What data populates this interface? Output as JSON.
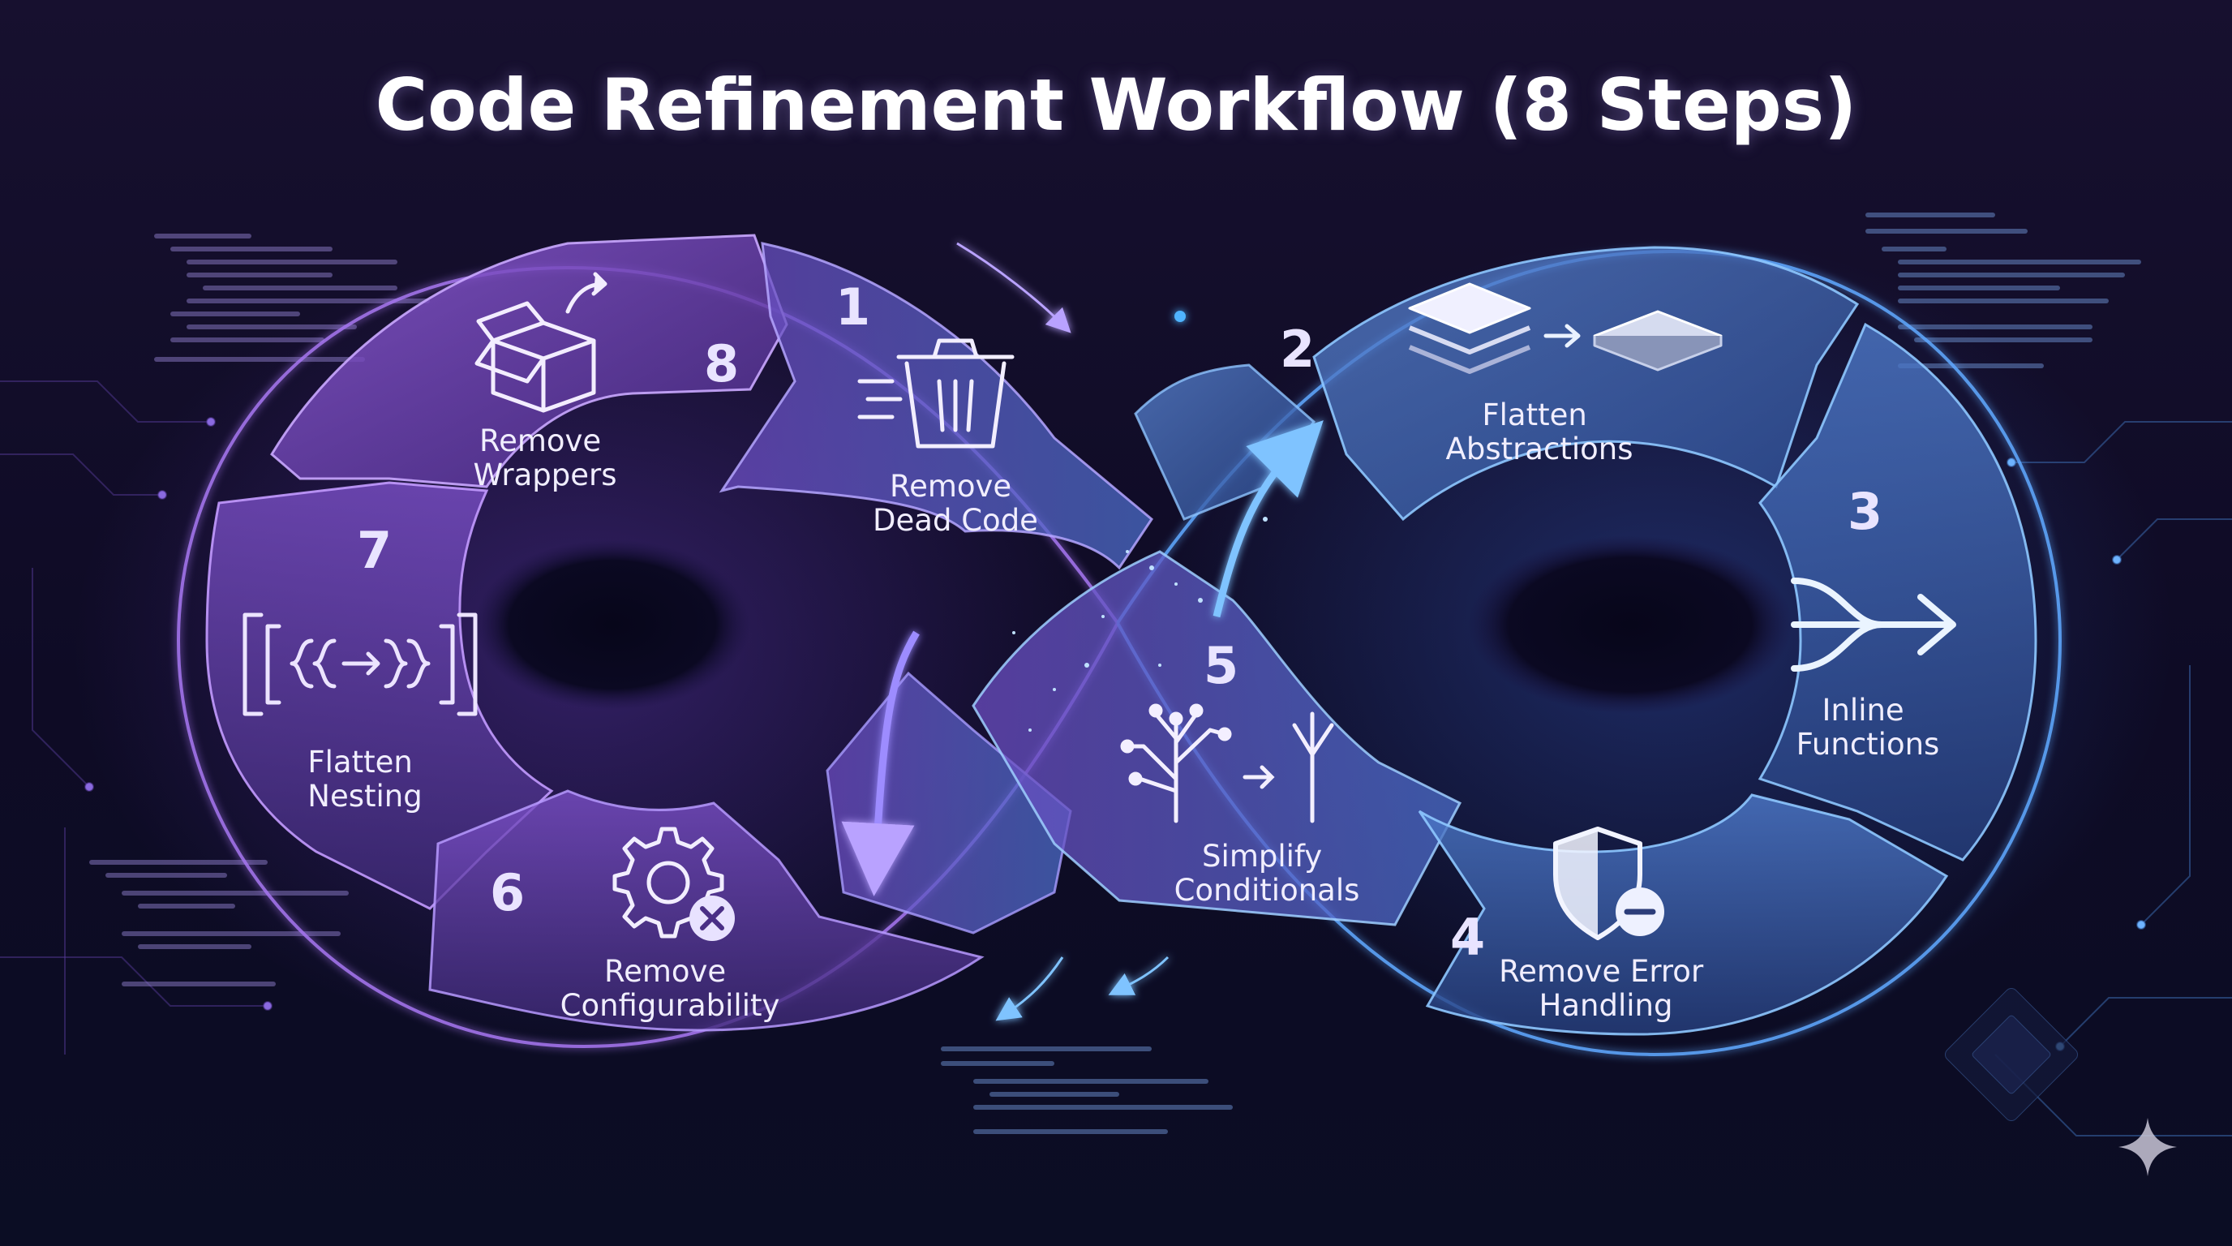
{
  "title": "Code Refinement Workflow (8 Steps)",
  "colors": {
    "purple_accent": "#b07cf5",
    "blue_accent": "#6fb4ff",
    "background": "#0e0b25"
  },
  "steps": [
    {
      "number": "1",
      "line1": "Remove",
      "line2": "Dead Code",
      "icon": "trash-icon"
    },
    {
      "number": "2",
      "line1": "Flatten",
      "line2": "Abstractions",
      "icon": "layers-icon"
    },
    {
      "number": "3",
      "line1": "Inline",
      "line2": "Functions",
      "icon": "merge-arrow-icon"
    },
    {
      "number": "4",
      "line1": "Remove Error",
      "line2": "Handling",
      "icon": "shield-minus-icon"
    },
    {
      "number": "5",
      "line1": "Simplify",
      "line2": "Conditionals",
      "icon": "tree-prune-icon"
    },
    {
      "number": "6",
      "line1": "Remove",
      "line2": "Configurability",
      "icon": "gear-remove-icon"
    },
    {
      "number": "7",
      "line1": "Flatten",
      "line2": "Nesting",
      "icon": "brackets-icon"
    },
    {
      "number": "8",
      "line1": "Remove",
      "line2": "Wrappers",
      "icon": "open-box-icon"
    }
  ]
}
